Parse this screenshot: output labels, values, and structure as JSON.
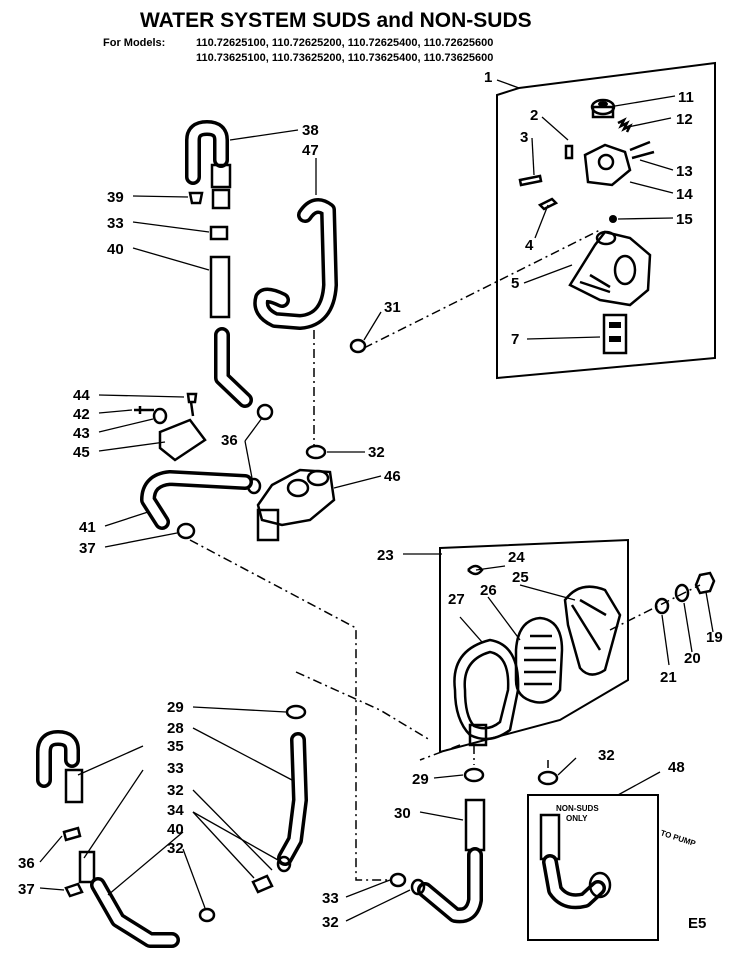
{
  "title": "WATER SYSTEM SUDS and NON-SUDS",
  "models_label": "For Models:",
  "models_line1": "110.72625100, 110.72625200, 110.72625400, 110.72625600",
  "models_line2": "110.73625100, 110.73625200, 110.73625400, 110.73625600",
  "labels": {
    "l1": "1",
    "l2": "2",
    "l3": "3",
    "l4": "4",
    "l5": "5",
    "l7": "7",
    "l11": "11",
    "l12": "12",
    "l13": "13",
    "l14": "14",
    "l15": "15",
    "l38": "38",
    "l47": "47",
    "l39": "39",
    "l33a": "33",
    "l40a": "40",
    "l31": "31",
    "l44": "44",
    "l42": "42",
    "l43": "43",
    "l45": "45",
    "l36a": "36",
    "l32a": "32",
    "l46": "46",
    "l41": "41",
    "l37a": "37",
    "l23": "23",
    "l24": "24",
    "l25": "25",
    "l26": "26",
    "l27": "27",
    "l21": "21",
    "l20": "20",
    "l19": "19",
    "l29a": "29",
    "l28": "28",
    "l35": "35",
    "l33b": "33",
    "l32b": "32",
    "l34": "34",
    "l40b": "40",
    "l32c": "32",
    "l36b": "36",
    "l37b": "37",
    "l29b": "29",
    "l30": "30",
    "l32d": "32",
    "l48": "48",
    "l33c": "33",
    "l32e": "32"
  },
  "non_suds_label_1": "NON-SUDS",
  "non_suds_label_2": "ONLY",
  "to_pump_label": "TO PUMP",
  "page_code": "E5"
}
